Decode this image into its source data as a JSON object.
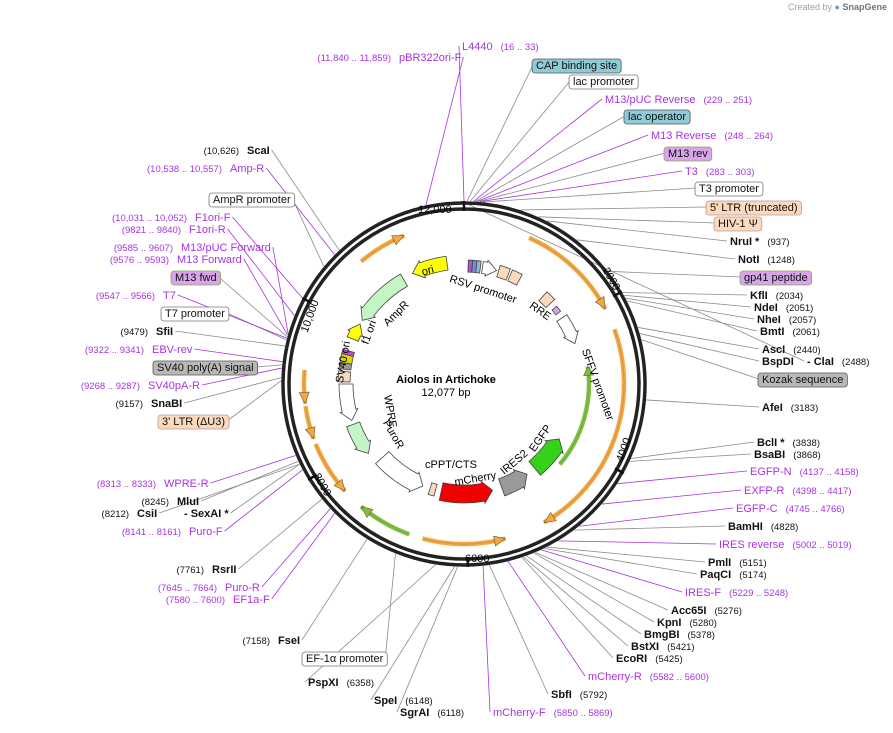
{
  "credit": {
    "prefix": "Created by",
    "brand": "SnapGene"
  },
  "plasmid": {
    "name": "Aiolos in Artichoke",
    "size": "12,077 bp"
  },
  "ticks": [
    "12,000",
    "2000",
    "4000",
    "6000",
    "8000",
    "10,000"
  ],
  "colors": {
    "primer": "#a733e0",
    "site": "#111111",
    "ring": "#222222",
    "promoter_box": "#ffffff",
    "operator_box": "#8ecbd6",
    "ltr_box": "#fbd9bd",
    "primer_box": "#d9a4ea",
    "signal_box": "#b8b8b8"
  },
  "labels": [
    {
      "text": "pBR322ori-F",
      "coord": "(11,840 .. 11,859)",
      "style": "primer"
    },
    {
      "text": "L4440",
      "coord": "(16 .. 33)",
      "style": "primer"
    },
    {
      "text": "CAP binding site",
      "style": "operator"
    },
    {
      "text": "lac promoter",
      "style": "promoter"
    },
    {
      "text": "M13/pUC Reverse",
      "coord": "(229 .. 251)",
      "style": "primer"
    },
    {
      "text": "lac operator",
      "style": "operator"
    },
    {
      "text": "M13 Reverse",
      "coord": "(248 .. 264)",
      "style": "primer"
    },
    {
      "text": "M13 rev",
      "style": "primerbox"
    },
    {
      "text": "T3",
      "coord": "(283 .. 303)",
      "style": "primer"
    },
    {
      "text": "T3 promoter",
      "style": "promoter"
    },
    {
      "text": "5' LTR (truncated)",
      "style": "ltr"
    },
    {
      "text": "HIV-1 Ψ",
      "style": "ltr"
    },
    {
      "text": "NruI *",
      "coord": "(937)",
      "style": "site"
    },
    {
      "text": "NotI",
      "coord": "(1248)",
      "style": "site"
    },
    {
      "text": "gp41 peptide",
      "style": "primerbox"
    },
    {
      "text": "KflI",
      "coord": "(2034)",
      "style": "site"
    },
    {
      "text": "NdeI",
      "coord": "(2051)",
      "style": "site"
    },
    {
      "text": "NheI",
      "coord": "(2057)",
      "style": "site"
    },
    {
      "text": "BmtI",
      "coord": "(2061)",
      "style": "site"
    },
    {
      "text": "AscI",
      "coord": "(2440)",
      "style": "site"
    },
    {
      "text": "BspDI",
      "coord": "",
      "style": "site"
    },
    {
      "text": "- ClaI",
      "coord": "(2488)",
      "style": "site"
    },
    {
      "text": "Kozak sequence",
      "style": "signal"
    },
    {
      "text": "AfeI",
      "coord": "(3183)",
      "style": "site"
    },
    {
      "text": "BclI *",
      "coord": "(3838)",
      "style": "site"
    },
    {
      "text": "BsaBI",
      "coord": "(3868)",
      "style": "site"
    },
    {
      "text": "EGFP-N",
      "coord": "(4137 .. 4158)",
      "style": "primer"
    },
    {
      "text": "EXFP-R",
      "coord": "(4398 .. 4417)",
      "style": "primer"
    },
    {
      "text": "EGFP-C",
      "coord": "(4745 .. 4766)",
      "style": "primer"
    },
    {
      "text": "BamHI",
      "coord": "(4828)",
      "style": "site"
    },
    {
      "text": "IRES reverse",
      "coord": "(5002 .. 5019)",
      "style": "primer"
    },
    {
      "text": "PmlI",
      "coord": "(5151)",
      "style": "site"
    },
    {
      "text": "PaqCI",
      "coord": "(5174)",
      "style": "site"
    },
    {
      "text": "IRES-F",
      "coord": "(5229 .. 5248)",
      "style": "primer"
    },
    {
      "text": "Acc65I",
      "coord": "(5276)",
      "style": "site"
    },
    {
      "text": "KpnI",
      "coord": "(5280)",
      "style": "site"
    },
    {
      "text": "BmgBI",
      "coord": "(5378)",
      "style": "site"
    },
    {
      "text": "BstXI",
      "coord": "(5421)",
      "style": "site"
    },
    {
      "text": "EcoRI",
      "coord": "(5425)",
      "style": "site"
    },
    {
      "text": "mCherry-R",
      "coord": "(5582 .. 5600)",
      "style": "primer"
    },
    {
      "text": "SbfI",
      "coord": "(5792)",
      "style": "site"
    },
    {
      "text": "mCherry-F",
      "coord": "(5850 .. 5869)",
      "style": "primer"
    },
    {
      "text": "SgrAI",
      "coord": "(6118)",
      "style": "site"
    },
    {
      "text": "SpeI",
      "coord": "(6148)",
      "style": "site"
    },
    {
      "text": "PspXI",
      "coord": "(6358)",
      "style": "site"
    },
    {
      "text": "EF-1α promoter",
      "style": "promoter"
    },
    {
      "text": "FseI",
      "coord": "(7158)",
      "style": "site"
    },
    {
      "text": "EF1a-F",
      "coord": "(7580 .. 7600)",
      "style": "primer"
    },
    {
      "text": "Puro-R",
      "coord": "(7645 .. 7664)",
      "style": "primer"
    },
    {
      "text": "RsrII",
      "coord": "(7761)",
      "style": "site"
    },
    {
      "text": "Puro-F",
      "coord": "(8141 .. 8161)",
      "style": "primer"
    },
    {
      "text": "CsiI",
      "coord": "(8212)",
      "style": "site"
    },
    {
      "text": "- SexAI *",
      "coord": "",
      "style": "site"
    },
    {
      "text": "MluI",
      "coord": "(8245)",
      "style": "site"
    },
    {
      "text": "WPRE-R",
      "coord": "(8313 .. 8333)",
      "style": "primer"
    },
    {
      "text": "3' LTR (ΔU3)",
      "style": "ltr"
    },
    {
      "text": "SnaBI",
      "coord": "(9157)",
      "style": "site"
    },
    {
      "text": "SV40pA-R",
      "coord": "(9268 .. 9287)",
      "style": "primer"
    },
    {
      "text": "SV40 poly(A) signal",
      "style": "signal"
    },
    {
      "text": "EBV-rev",
      "coord": "(9322 .. 9341)",
      "style": "primer"
    },
    {
      "text": "SfiI",
      "coord": "(9479)",
      "style": "site"
    },
    {
      "text": "T7 promoter",
      "style": "promoter"
    },
    {
      "text": "T7",
      "coord": "(9547 .. 9566)",
      "style": "primer"
    },
    {
      "text": "M13 fwd",
      "style": "primerbox"
    },
    {
      "text": "M13 Forward",
      "coord": "(9576 .. 9593)",
      "style": "primer"
    },
    {
      "text": "M13/pUC Forward",
      "coord": "(9585 .. 9607)",
      "style": "primer"
    },
    {
      "text": "F1ori-R",
      "coord": "(9821 .. 9840)",
      "style": "primer"
    },
    {
      "text": "F1ori-F",
      "coord": "(10,031 .. 10,052)",
      "style": "primer"
    },
    {
      "text": "AmpR promoter",
      "style": "promoter"
    },
    {
      "text": "Amp-R",
      "coord": "(10,538 .. 10,557)",
      "style": "primer"
    },
    {
      "text": "ScaI",
      "coord": "(10,626)",
      "style": "site"
    }
  ],
  "features": [
    "RSV promoter",
    "RRE",
    "SFFV promoter",
    "EGFP",
    "IRES2",
    "mCherry",
    "cPPT/CTS",
    "PuroR",
    "WPRE",
    "SV40 ori",
    "f1 ori",
    "AmpR",
    "ori"
  ]
}
